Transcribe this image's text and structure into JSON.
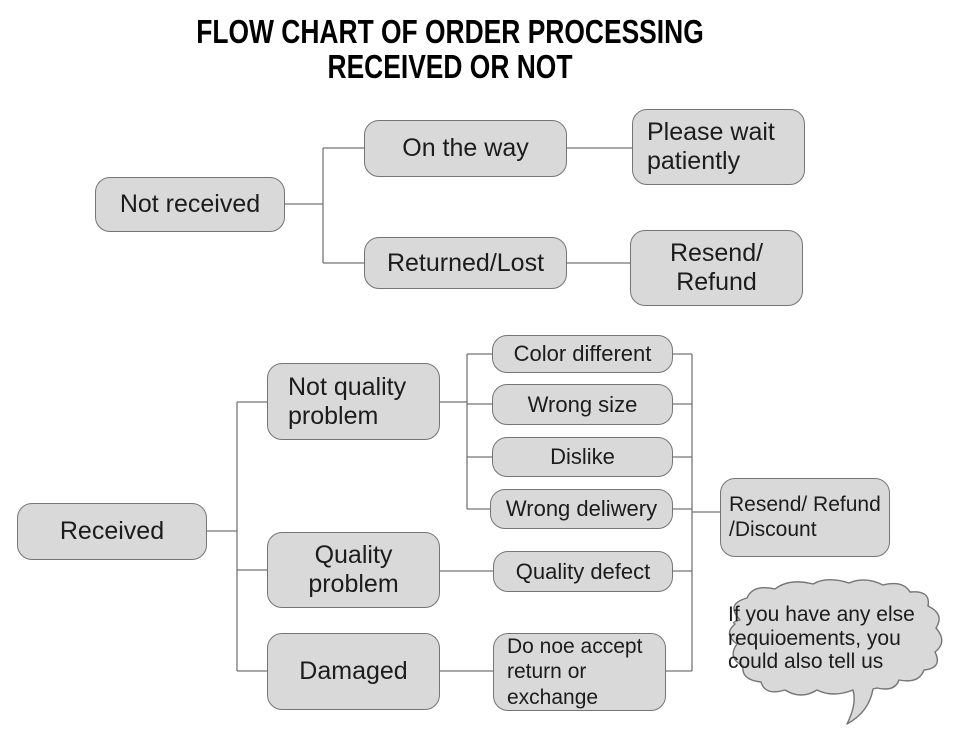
{
  "title": {
    "line1": "FLOW CHART OF ORDER PROCESSING",
    "line2": "RECEIVED OR NOT"
  },
  "colors": {
    "node_fill": "#d9d9d9",
    "node_border": "#757575",
    "connector": "#757575",
    "text": "#1c1c1c",
    "background": "#ffffff"
  },
  "nodes": {
    "not_received": "Not received",
    "on_the_way": "On the way",
    "please_wait": "Please wait\npatiently",
    "returned_lost": "Returned/Lost",
    "resend_refund": "Resend/\nRefund",
    "received": "Received",
    "not_quality_problem": "Not quality\nproblem",
    "quality_problem": "Quality\nproblem",
    "damaged": "Damaged",
    "color_different": "Color different",
    "wrong_size": "Wrong size",
    "dislike": "Dislike",
    "wrong_delivery": "Wrong deliwery",
    "quality_defect": "Quality defect",
    "no_return": "Do noe accept\nreturn or\nexchange",
    "resend_refund_discount": "Resend/ Refund\n/Discount",
    "bubble": "If you have any else\nrequioements, you\ncould also tell us"
  },
  "edges": [
    [
      "Not received",
      "On the way"
    ],
    [
      "Not received",
      "Returned/Lost"
    ],
    [
      "On the way",
      "Please wait patiently"
    ],
    [
      "Returned/Lost",
      "Resend/ Refund"
    ],
    [
      "Received",
      "Not quality problem"
    ],
    [
      "Received",
      "Quality problem"
    ],
    [
      "Received",
      "Damaged"
    ],
    [
      "Not quality problem",
      "Color different"
    ],
    [
      "Not quality problem",
      "Wrong size"
    ],
    [
      "Not quality problem",
      "Dislike"
    ],
    [
      "Not quality problem",
      "Wrong deliwery"
    ],
    [
      "Quality problem",
      "Quality defect"
    ],
    [
      "Damaged",
      "Do noe accept return or exchange"
    ],
    [
      "Color different",
      "Resend/ Refund /Discount"
    ],
    [
      "Wrong size",
      "Resend/ Refund /Discount"
    ],
    [
      "Dislike",
      "Resend/ Refund /Discount"
    ],
    [
      "Wrong deliwery",
      "Resend/ Refund /Discount"
    ],
    [
      "Quality defect",
      "Resend/ Refund /Discount"
    ],
    [
      "Do noe accept return or exchange",
      "Resend/ Refund /Discount"
    ]
  ]
}
